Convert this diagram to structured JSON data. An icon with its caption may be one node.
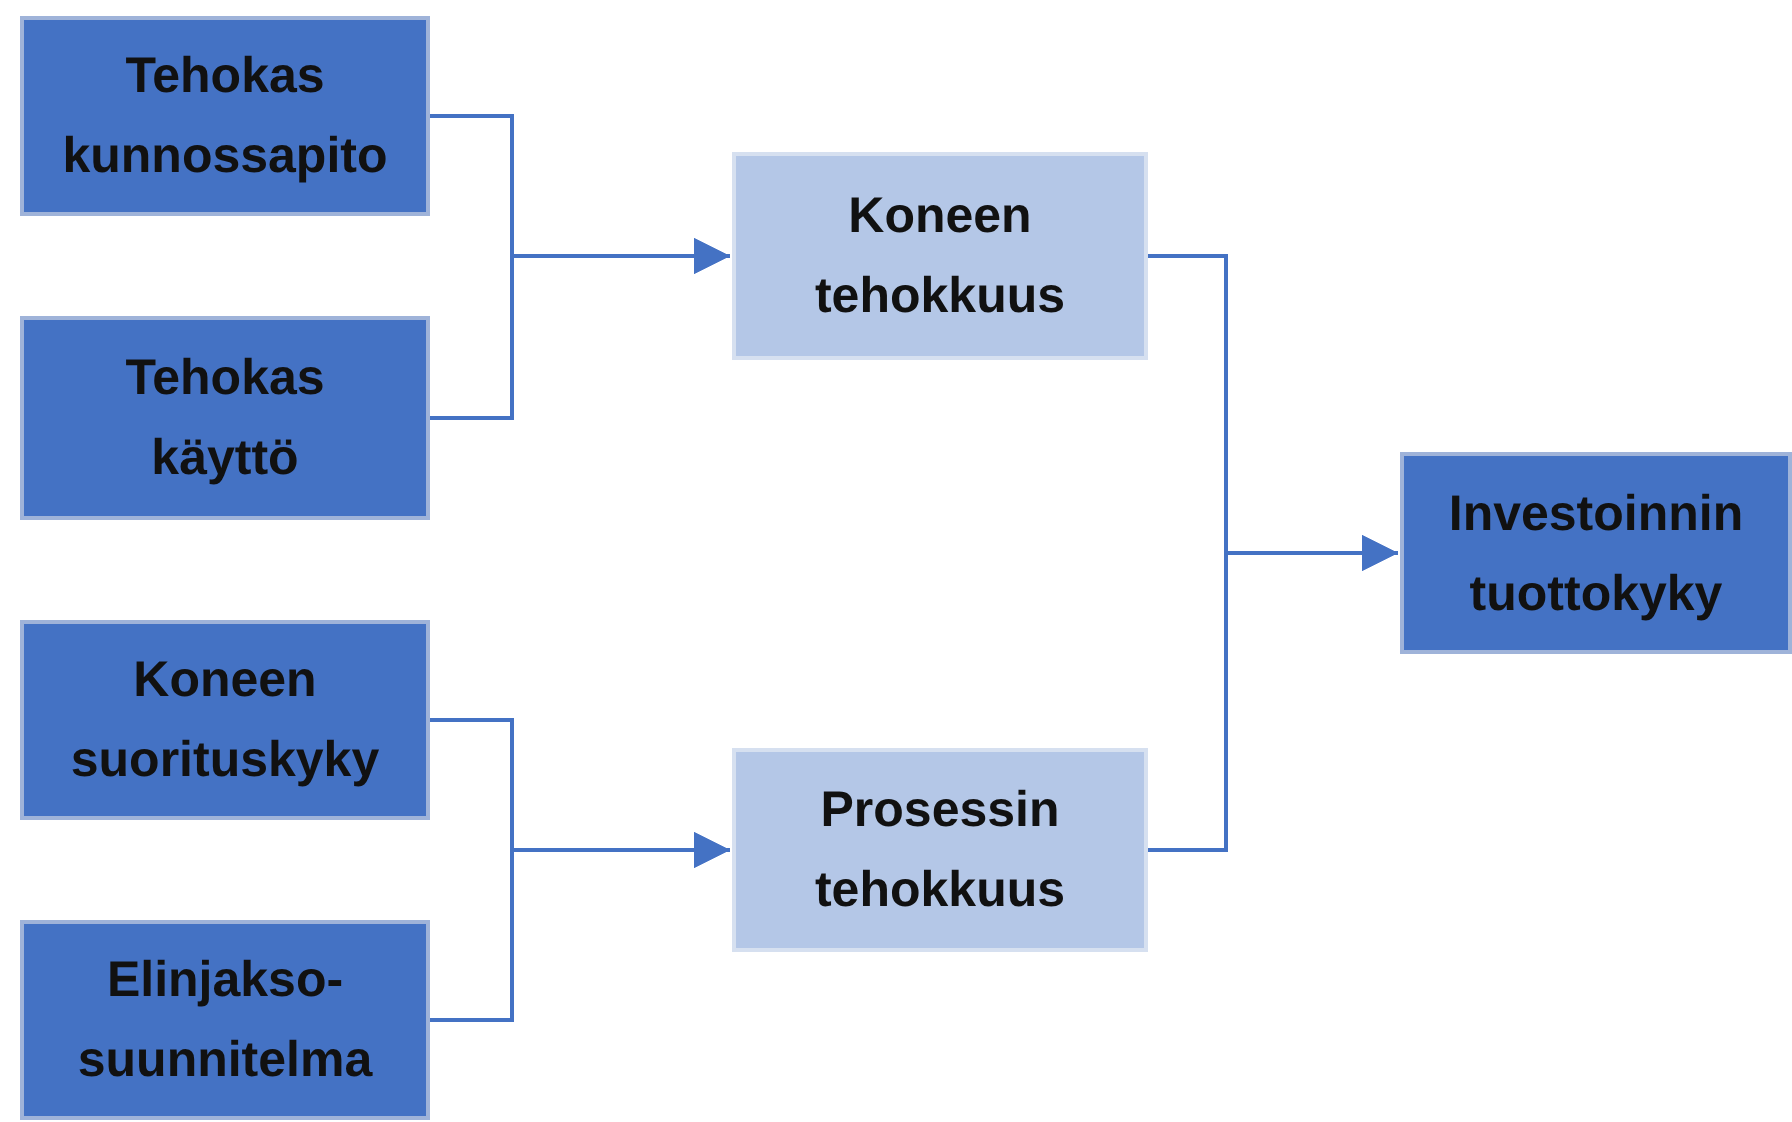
{
  "diagram": {
    "nodes": [
      {
        "text": [
          "Tehokas kunnossapito"
        ]
      },
      {
        "text": [
          "Tehokas käyttö"
        ]
      },
      {
        "text": [
          "Koneen suorituskyky"
        ]
      },
      {
        "text": [
          "Elinjakso- suunnitelma"
        ]
      },
      {
        "text": [
          "Koneen tehokkuus"
        ]
      },
      {
        "text": [
          "Prosessin tehokkuus"
        ]
      },
      {
        "text": [
          "Investoinnin tuottokyky"
        ]
      }
    ],
    "edges": [
      {
        "from": 0,
        "to": 4,
        "arrow": "to"
      },
      {
        "from": 1,
        "to": 4,
        "arrow": "to"
      },
      {
        "from": 2,
        "to": 5,
        "arrow": "to"
      },
      {
        "from": 3,
        "to": 5,
        "arrow": "to"
      },
      {
        "from": 4,
        "to": 6,
        "arrow": "to"
      },
      {
        "from": 5,
        "to": 6,
        "arrow": "to"
      }
    ]
  }
}
